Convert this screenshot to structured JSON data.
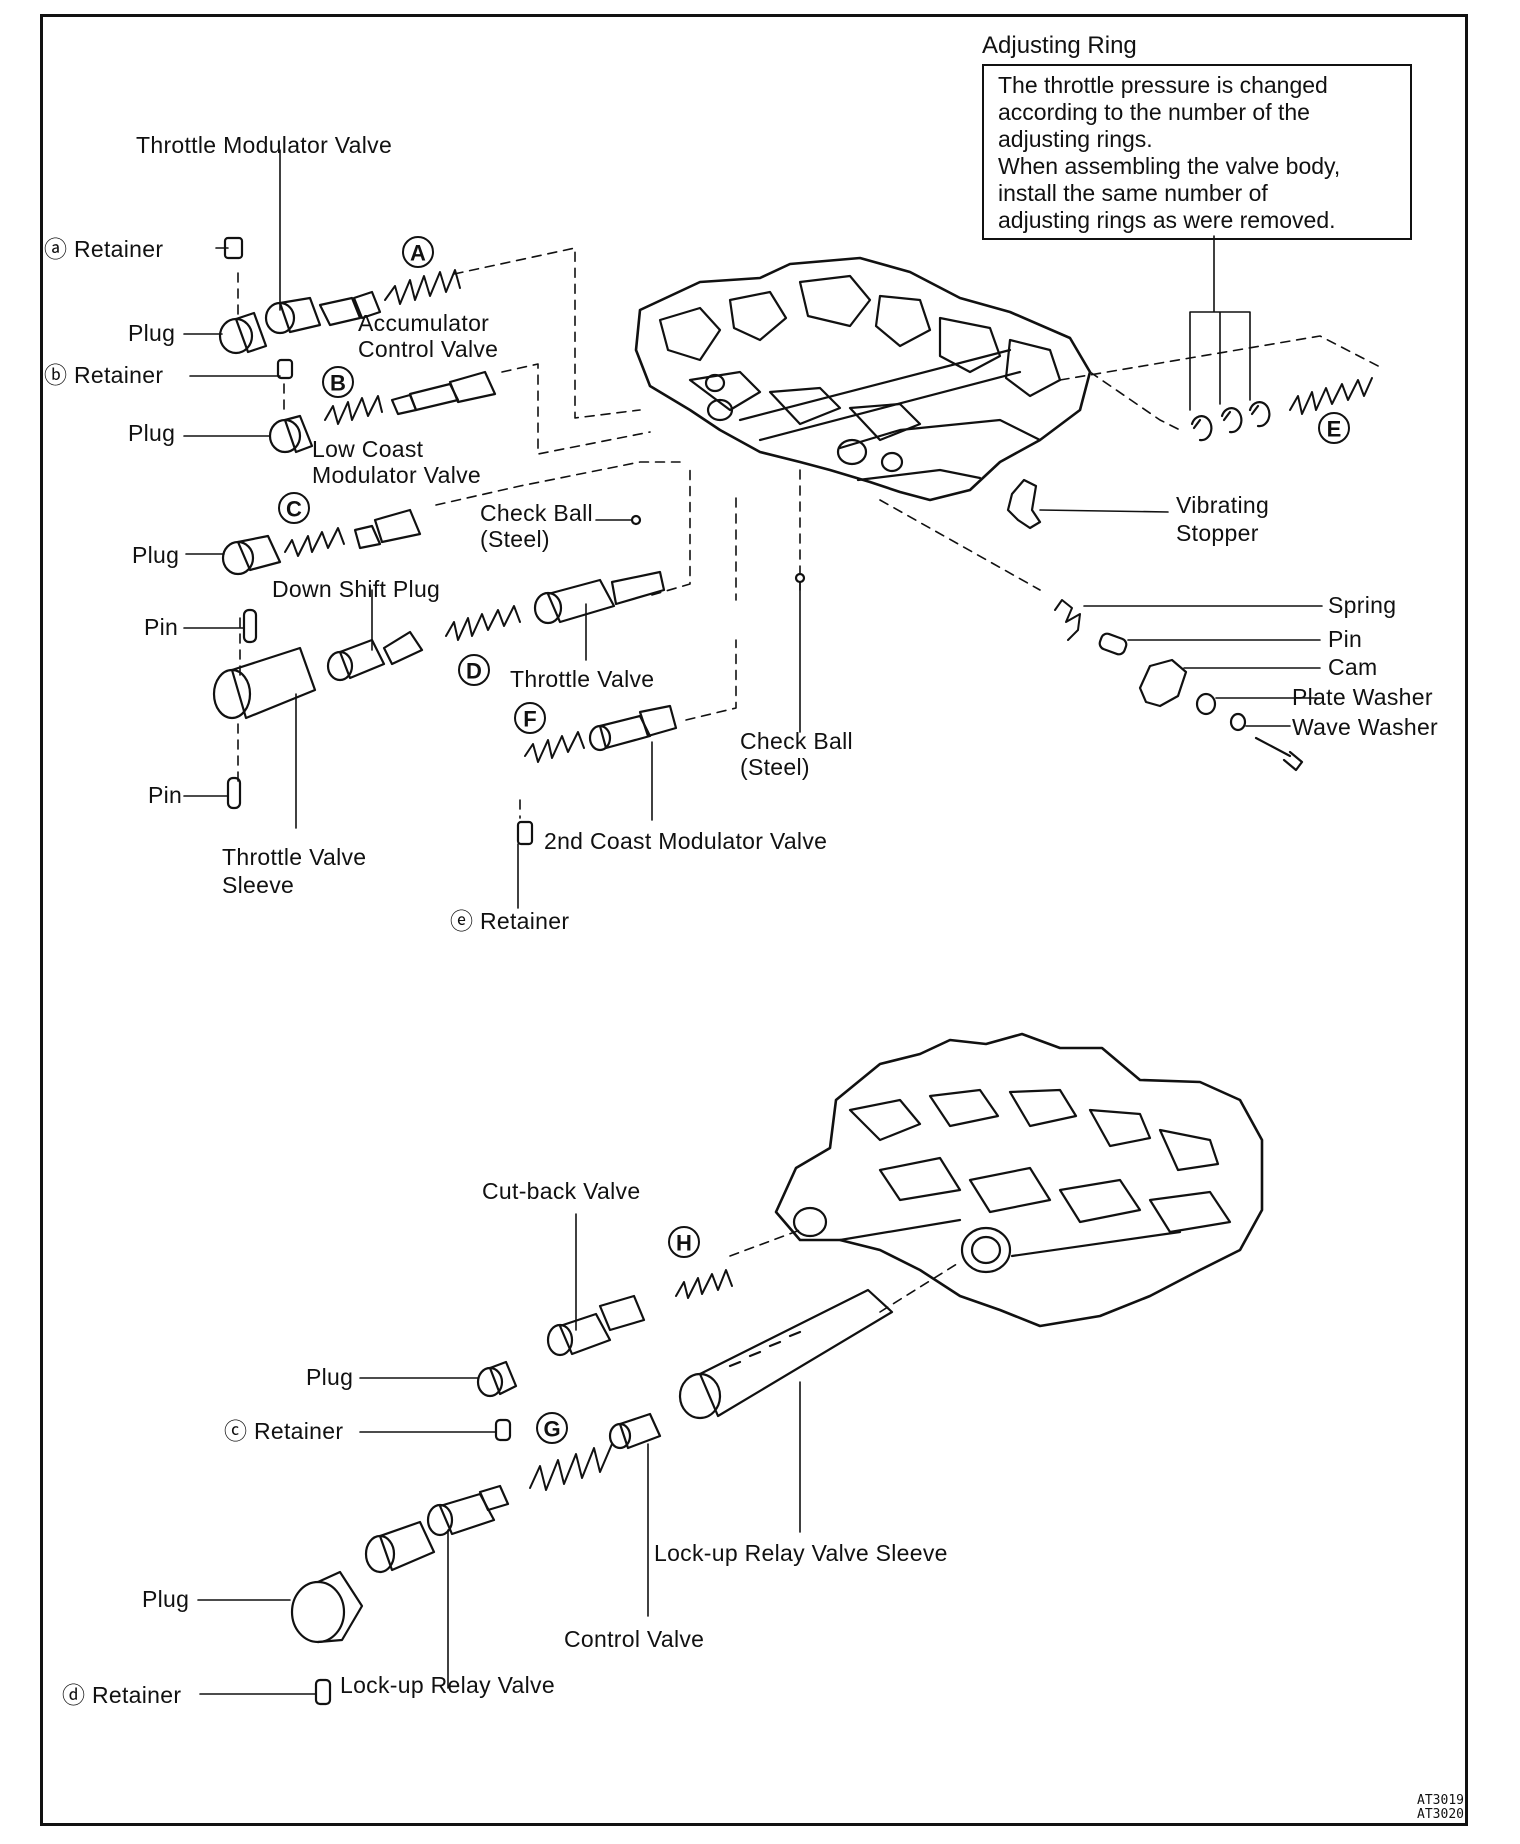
{
  "adjusting_ring": {
    "title": "Adjusting Ring",
    "note_lines": [
      "The throttle pressure is changed",
      "according to the number of the",
      "adjusting rings.",
      "When assembling the valve body,",
      "install the same number of",
      "adjusting rings as were removed."
    ]
  },
  "labels": {
    "throttle_modulator_valve": "Throttle Modulator Valve",
    "retainer_a": "ⓐ Retainer",
    "plug_1": "Plug",
    "accumulator_control_valve_1": "Accumulator",
    "accumulator_control_valve_2": "Control Valve",
    "retainer_b": "ⓑ Retainer",
    "plug_2": "Plug",
    "low_coast_modulator_valve_1": "Low Coast",
    "low_coast_modulator_valve_2": "Modulator Valve",
    "plug_3": "Plug",
    "check_ball_1a": "Check Ball",
    "check_ball_1b": "(Steel)",
    "down_shift_plug": "Down Shift Plug",
    "pin_1": "Pin",
    "throttle_valve": "Throttle Valve",
    "pin_2": "Pin",
    "throttle_valve_sleeve_1": "Throttle Valve",
    "throttle_valve_sleeve_2": "Sleeve",
    "coast_modulator_valve_2nd": "2nd Coast Modulator Valve",
    "retainer_e": "ⓔ Retainer",
    "check_ball_2a": "Check Ball",
    "check_ball_2b": "(Steel)",
    "vibrating_stopper_1": "Vibrating",
    "vibrating_stopper_2": "Stopper",
    "spring": "Spring",
    "pin_3": "Pin",
    "cam": "Cam",
    "plate_washer": "Plate Washer",
    "wave_washer": "Wave Washer",
    "cut_back_valve": "Cut-back Valve",
    "plug_4": "Plug",
    "retainer_c": "ⓒ Retainer",
    "lockup_relay_valve_sleeve": "Lock-up Relay Valve Sleeve",
    "plug_5": "Plug",
    "control_valve": "Control Valve",
    "retainer_d": "ⓓ Retainer",
    "lockup_relay_valve": "Lock-up Relay Valve"
  },
  "spring_letters": {
    "A": "A",
    "B": "B",
    "C": "C",
    "D": "D",
    "E": "E",
    "F": "F",
    "G": "G",
    "H": "H"
  },
  "figure_codes": [
    "AT3019",
    "AT3020"
  ]
}
